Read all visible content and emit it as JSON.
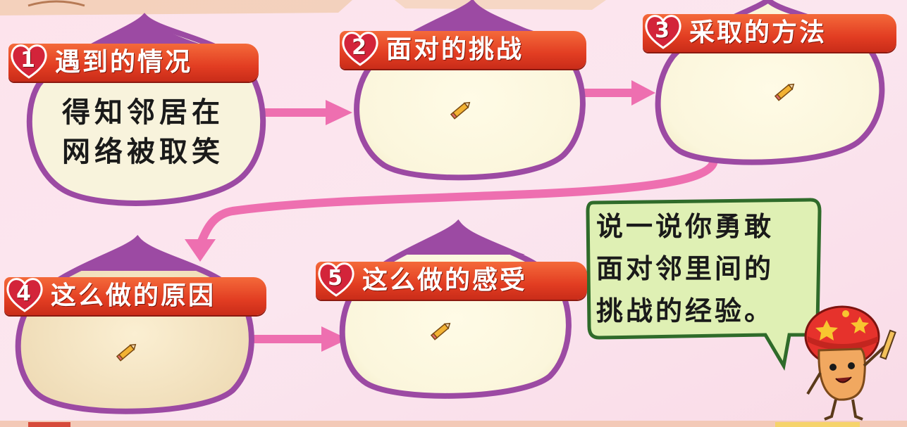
{
  "steps": [
    {
      "num": "1",
      "label": "遇到的情况",
      "lines": [
        "得知邻居在",
        "网络被取笑"
      ]
    },
    {
      "num": "2",
      "label": "面对的挑战"
    },
    {
      "num": "3",
      "label": "采取的方法"
    },
    {
      "num": "4",
      "label": "这么做的原因"
    },
    {
      "num": "5",
      "label": "这么做的感受"
    }
  ],
  "speech_lines": [
    "说一说你勇敢",
    "面对邻里间的",
    "挑战的经验。"
  ],
  "icons": {
    "pencil": "pencil-icon",
    "heart": "heart-badge",
    "mascot": "mushroom-mascot"
  },
  "colors": {
    "bubble_fill": "#fbf7df",
    "bubble_border": "#9c4aa3",
    "ribbon": "#e23d22",
    "arrow": "#ee6fb0",
    "speech_fill": "#dff0b4",
    "speech_border": "#2f6b2a"
  }
}
